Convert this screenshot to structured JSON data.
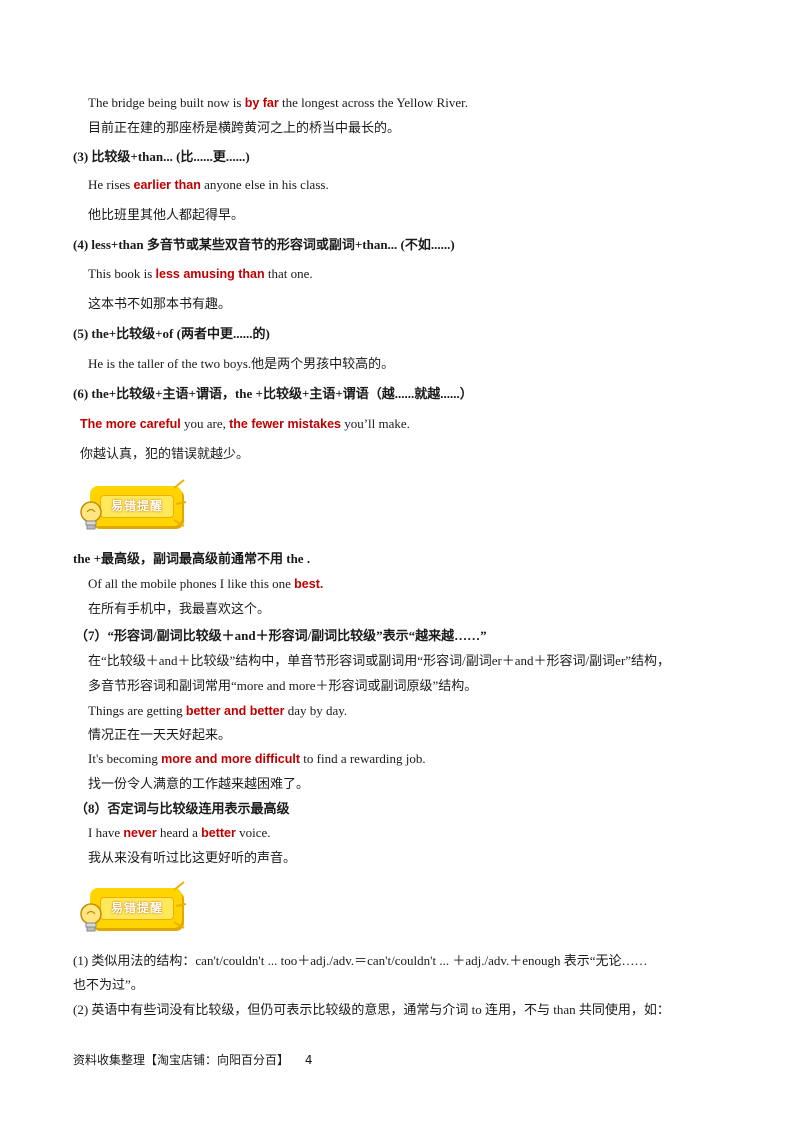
{
  "lines": [
    {
      "parts": [
        "The bridge being built now is ",
        "by far",
        " the longest across the Yellow River."
      ]
    },
    {
      "text": "目前正在建的那座桥是横跨黄河之上的桥当中最长的。"
    },
    {
      "text": "(3)  比较级+than...  (比......更......)"
    },
    {
      "parts": [
        "He  rises  ",
        "earlier  than",
        "  anyone  else  in  his  class."
      ]
    },
    {
      "text": "他比班里其他人都起得早。"
    },
    {
      "text": "(4)  less+than  多音节或某些双音节的形容词或副词+than...  (不如......)"
    },
    {
      "parts": [
        "This  book  is  ",
        "less  amusing  than",
        "  that  one."
      ]
    },
    {
      "text": "这本书不如那本书有趣。"
    },
    {
      "text": "(5)  the+比较级+of    (两者中更......的)"
    },
    {
      "text": "He  is  the  taller  of  the  two  boys.他是两个男孩中较高的。"
    },
    {
      "text": "(6)  the+比较级+主语+谓语，the  +比较级+主语+谓语（越......就越......）"
    },
    {
      "parts": [
        "The  more  careful",
        "  you  are,  ",
        "the  fewer  mistakes",
        "  you’ll  make."
      ]
    },
    {
      "text": "你越认真，犯的错误就越少。"
    },
    {
      "text": "the  +最高级，副词最高级前通常不用 the  ."
    },
    {
      "parts": [
        "Of  all  the  mobile  phones  I  like  this  one  ",
        "best."
      ]
    },
    {
      "text": "在所有手机中，我最喜欢这个。"
    },
    {
      "text": "（7）“形容词/副词比较级＋and＋形容词/副词比较级”表示“越来越……”"
    },
    {
      "text": "在“比较级＋and＋比较级”结构中，单音节形容词或副词用“形容词/副词er＋and＋形容词/副词er”结构，"
    },
    {
      "text": "多音节形容词和副词常用“more and more＋形容词或副词原级”结构。"
    },
    {
      "parts": [
        "Things are getting  ",
        "better and better",
        "  day by day."
      ]
    },
    {
      "text": "情况正在一天天好起来。"
    },
    {
      "parts": [
        "It's becoming  ",
        "more and more difficult",
        "  to find a rewarding job."
      ]
    },
    {
      "text": "找一份令人满意的工作越来越困难了。"
    },
    {
      "text": "（8）否定词与比较级连用表示最高级"
    },
    {
      "parts": [
        "I  have  ",
        "never",
        "  heard  a  ",
        "better",
        "  voice."
      ]
    },
    {
      "text": "我从来没有听过比这更好听的声音。"
    },
    {
      "text": "(1)  类似用法的结构：can't/couldn't ... too＋adj./adv.＝can't/couldn't ...  ＋adj./adv.＋enough  表示“无论……"
    },
    {
      "text": "也不为过”。"
    },
    {
      "text": "(2)  英语中有些词没有比较级，但仍可表示比较级的意思，通常与介词 to 连用，不与 than 共同使用，如："
    }
  ],
  "badges": [
    {
      "label": "易错提醒"
    },
    {
      "label": "易错提醒"
    }
  ],
  "footer": {
    "text": "资料收集整理【淘宝店铺：向阳百分百】",
    "page": "4"
  },
  "colors": {
    "highlight": "#c00000",
    "badge": "#ffd400"
  }
}
